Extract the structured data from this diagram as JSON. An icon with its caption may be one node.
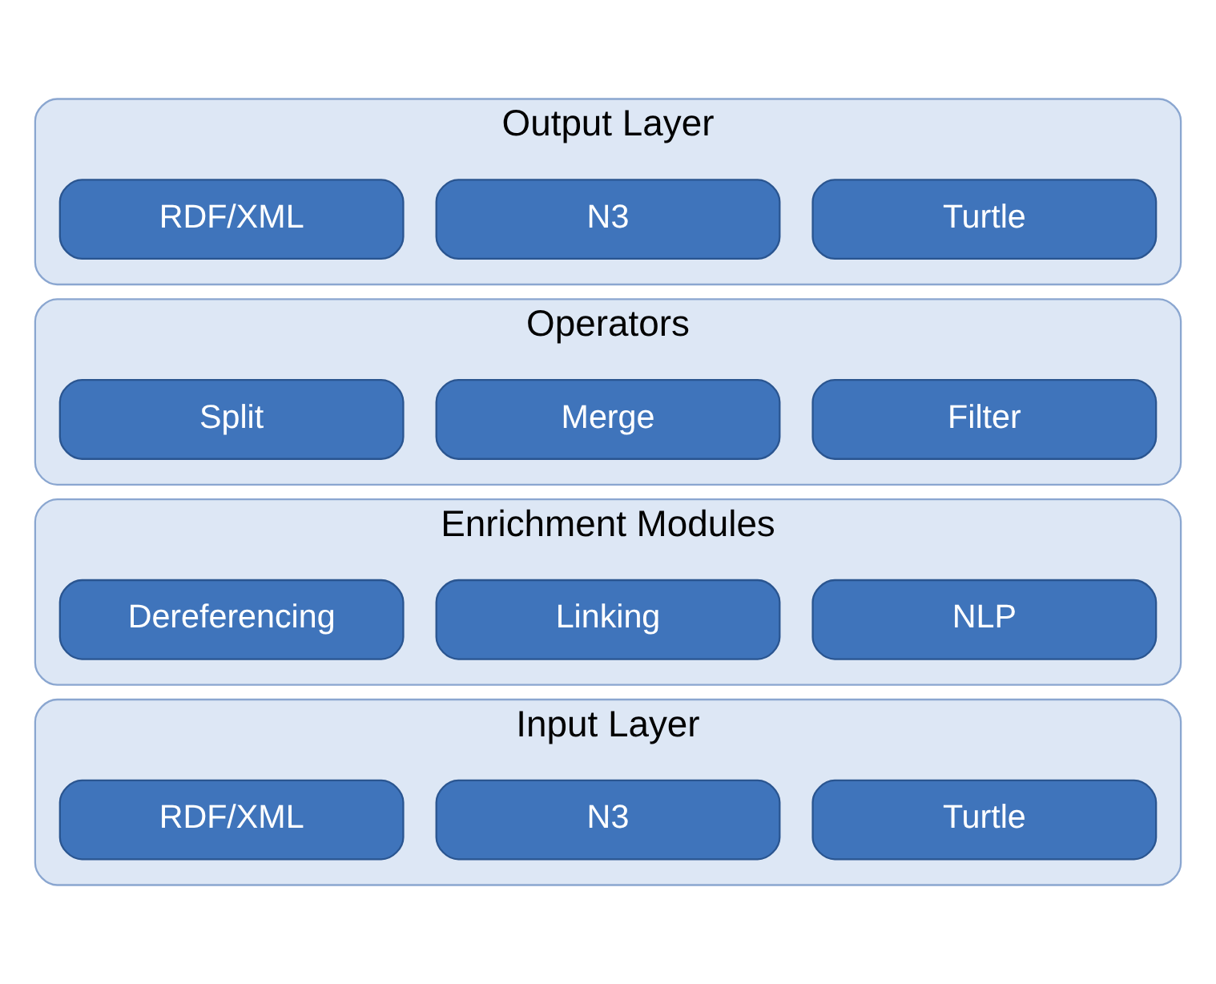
{
  "diagram": {
    "nodes": [
      {
        "text": [
          "Output Layer"
        ]
      },
      {
        "text": [
          "RDF/XML"
        ],
        "in": 0
      },
      {
        "text": [
          "N3"
        ],
        "in": 0
      },
      {
        "text": [
          "Turtle"
        ],
        "in": 0
      },
      {
        "text": [
          "Operators"
        ]
      },
      {
        "text": [
          "Split"
        ],
        "in": 4
      },
      {
        "text": [
          "Merge"
        ],
        "in": 4
      },
      {
        "text": [
          "Filter"
        ],
        "in": 4
      },
      {
        "text": [
          "Enrichment Modules"
        ]
      },
      {
        "text": [
          "Dereferencing"
        ],
        "in": 8
      },
      {
        "text": [
          "Linking"
        ],
        "in": 8
      },
      {
        "text": [
          "NLP"
        ],
        "in": 8
      },
      {
        "text": [
          "Input Layer"
        ]
      },
      {
        "text": [
          "RDF/XML"
        ],
        "in": 12
      },
      {
        "text": [
          "N3"
        ],
        "in": 12
      },
      {
        "text": [
          "Turtle"
        ],
        "in": 12
      }
    ]
  }
}
